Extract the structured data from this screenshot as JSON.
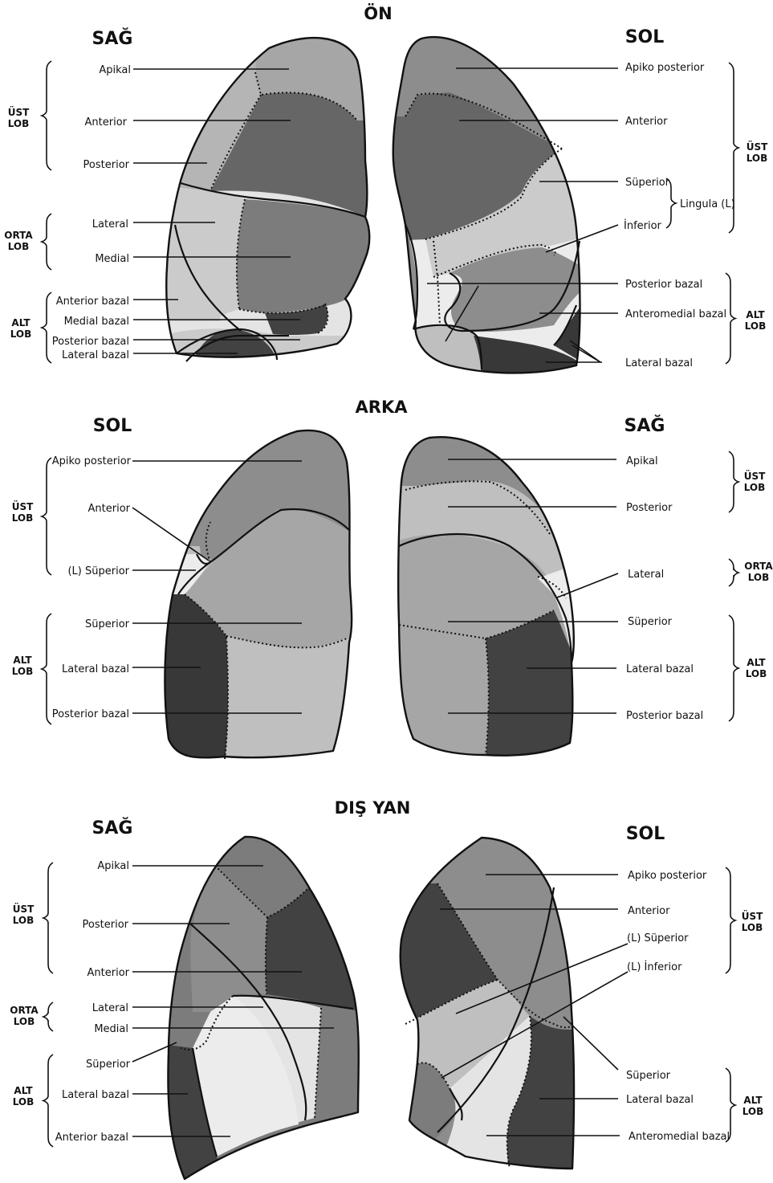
{
  "colors": {
    "c1": "#a6a6a6",
    "c2": "#666666",
    "c3": "#b5b5b5",
    "c4": "#cbcbcb",
    "c5": "#7c7c7c",
    "c6": "#e4e4e4",
    "c7": "#424242",
    "c8": "#8d8d8d",
    "c9": "#bfbfbf",
    "c10": "#ececec",
    "c11": "#383838"
  },
  "sections": {
    "front": {
      "title": "ÖN",
      "left_side": "SAĞ",
      "right_side": "SOL"
    },
    "back": {
      "title": "ARKA",
      "left_side": "SOL",
      "right_side": "SAĞ"
    },
    "lateral": {
      "title": "DIŞ YAN",
      "left_side": "SAĞ",
      "right_side": "SOL"
    }
  },
  "front_left": {
    "labels": [
      "Apikal",
      "Anterior",
      "Posterior",
      "Lateral",
      "Medial",
      "Anterior bazal",
      "Medial bazal",
      "Posterior bazal",
      "Lateral bazal"
    ],
    "lobes": [
      [
        "ÜST",
        "LOB"
      ],
      [
        "ORTA",
        "LOB"
      ],
      [
        "ALT",
        "LOB"
      ]
    ]
  },
  "front_right": {
    "labels": [
      "Apiko posterior",
      "Anterior",
      "Süperior",
      "İnferior",
      "Posterior bazal",
      "Anteromedial bazal",
      "Lateral bazal"
    ],
    "lingula": "Lingula (L)",
    "lobes": [
      [
        "ÜST",
        "LOB"
      ],
      [
        "ALT",
        "LOB"
      ]
    ]
  },
  "back_left": {
    "labels": [
      "Apiko posterior",
      "Anterior",
      "(L) Süperior",
      "Süperior",
      "Lateral bazal",
      "Posterior bazal"
    ],
    "lobes": [
      [
        "ÜST",
        "LOB"
      ],
      [
        "ALT",
        "LOB"
      ]
    ]
  },
  "back_right": {
    "labels": [
      "Apikal",
      "Posterior",
      "Lateral",
      "Süperior",
      "Lateral bazal",
      "Posterior bazal"
    ],
    "lobes": [
      [
        "ÜST",
        "LOB"
      ],
      [
        "ORTA",
        "LOB"
      ],
      [
        "ALT",
        "LOB"
      ]
    ]
  },
  "lat_left": {
    "labels": [
      "Apikal",
      "Posterior",
      "Anterior",
      "Lateral",
      "Medial",
      "Süperior",
      "Lateral bazal",
      "Anterior bazal"
    ],
    "lobes": [
      [
        "ÜST",
        "LOB"
      ],
      [
        "ORTA",
        "LOB"
      ],
      [
        "ALT",
        "LOB"
      ]
    ]
  },
  "lat_right": {
    "labels": [
      "Apiko posterior",
      "Anterior",
      "(L) Süperior",
      "(L) İnferior",
      "Süperior",
      "Lateral bazal",
      "Anteromedial bazal"
    ],
    "lobes": [
      [
        "ÜST",
        "LOB"
      ],
      [
        "ALT",
        "LOB"
      ]
    ]
  }
}
